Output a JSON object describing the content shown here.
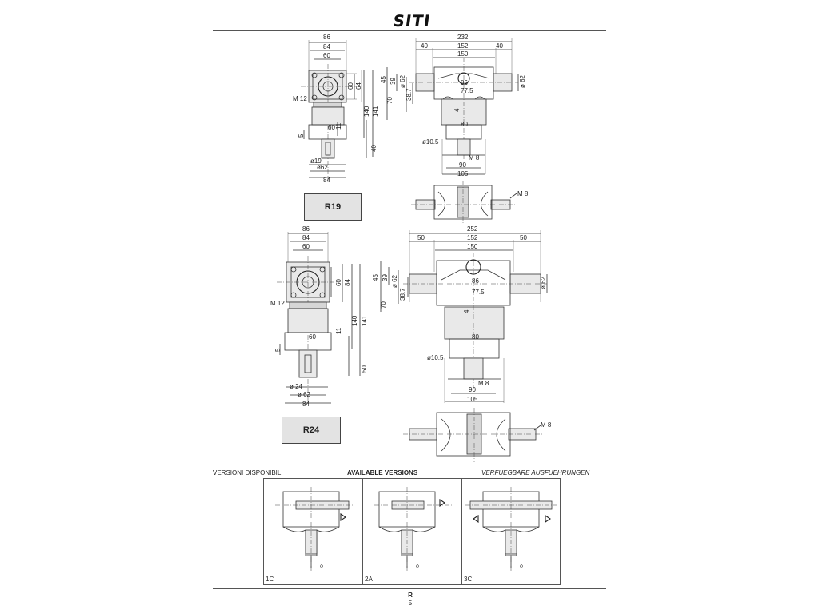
{
  "header": {
    "brand": "SITI"
  },
  "models": [
    {
      "code": "R19"
    },
    {
      "code": "R24"
    }
  ],
  "r19_side": {
    "d86": "86",
    "d84": "84",
    "d60": "60",
    "d60v": "60",
    "d64": "64",
    "m12": "M 12",
    "d140": "140",
    "d141": "141",
    "d11": "11",
    "d60b": "60",
    "d5": "5",
    "d40": "40",
    "d19": "ø19",
    "d62": "ø62",
    "d84b": "84"
  },
  "r19_front": {
    "d232": "232",
    "d40l": "40",
    "d152": "152",
    "d40r": "40",
    "d150": "150",
    "d45": "45",
    "d39": "39",
    "d62": "ø 62",
    "d62r": "ø 62",
    "d70": "70",
    "d387": "38.7",
    "d86": "86",
    "d775": "77.5",
    "d4": "4",
    "d80": "80",
    "d105h": "ø10.5",
    "m8": "M 8",
    "d90": "90",
    "d105": "105"
  },
  "r19_top": {
    "m8": "M 8"
  },
  "r24_side": {
    "d86": "86",
    "d84": "84",
    "d60": "60",
    "d60v": "60",
    "d84v": "84",
    "m12": "M 12",
    "d140": "140",
    "d141": "141",
    "d11": "11",
    "d60b": "60",
    "d5": "5",
    "d50": "50",
    "d24": "ø 24",
    "d62": "ø 62",
    "d84b": "84"
  },
  "r24_front": {
    "d252": "252",
    "d50l": "50",
    "d152": "152",
    "d50r": "50",
    "d150": "150",
    "d45": "45",
    "d39": "39",
    "d62": "ø 62",
    "d62r": "ø 62",
    "d70": "70",
    "d387": "38.7",
    "d86": "86",
    "d775": "77.5",
    "d4": "4",
    "d80": "80",
    "d105h": "ø10.5",
    "m8": "M 8",
    "d90": "90",
    "d105": "105"
  },
  "r24_top": {
    "m8": "M 8"
  },
  "versions": {
    "title_it": "VERSIONI DISPONIBILI",
    "title_en": "AVAILABLE VERSIONS",
    "title_de": "VERFUEGBARE AUSFUEHRUNGEN",
    "items": [
      {
        "code": "1C"
      },
      {
        "code": "2A"
      },
      {
        "code": "3C"
      }
    ]
  },
  "footer": {
    "section": "R",
    "page": "5"
  }
}
